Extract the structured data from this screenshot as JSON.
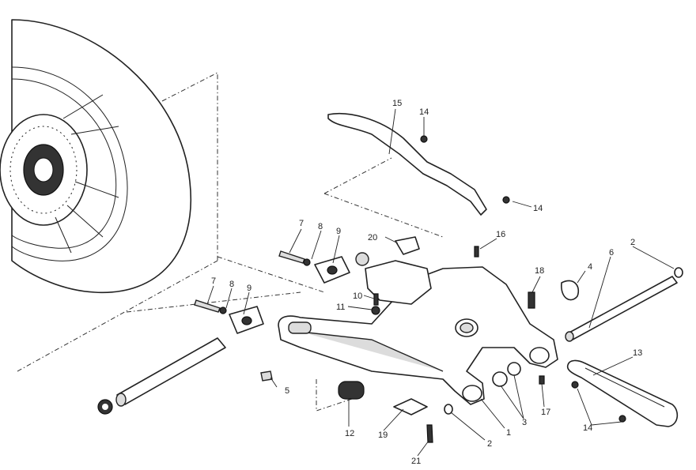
{
  "callouts": {
    "c1": "1",
    "c2a": "2",
    "c2b": "2",
    "c3": "3",
    "c4": "4",
    "c5": "5",
    "c6": "6",
    "c7a": "7",
    "c7b": "7",
    "c8a": "8",
    "c8b": "8",
    "c9a": "9",
    "c9b": "9",
    "c10": "10",
    "c11": "11",
    "c12": "12",
    "c13": "13",
    "c14a": "14",
    "c14b": "14",
    "c14c": "14",
    "c15": "15",
    "c16": "16",
    "c17": "17",
    "c18": "18",
    "c19": "19",
    "c20": "20",
    "c21": "21"
  }
}
